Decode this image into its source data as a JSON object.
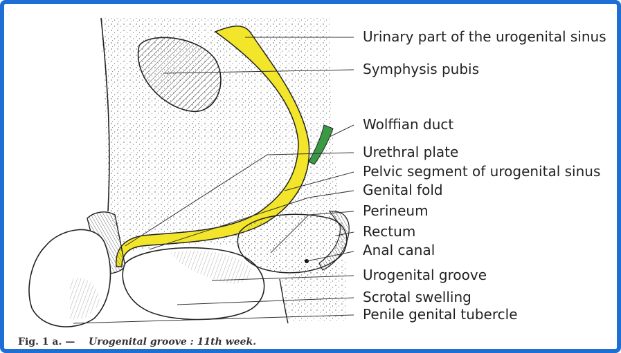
{
  "colors": {
    "frame_border": "#1d6fd6",
    "urethra_yellow": "#f2e52a",
    "wolffian_green": "#3a9a44",
    "ink": "#222222"
  },
  "labels": {
    "urinary_part": "Urinary part of the urogenital sinus",
    "symphysis_pubis": "Symphysis pubis",
    "wolffian_duct": "Wolffian duct",
    "urethral_plate": "Urethral plate",
    "pelvic_segment": "Pelvic segment of urogenital sinus",
    "genital_fold": "Genital fold",
    "perineum": "Perineum",
    "rectum": "Rectum",
    "anal_canal": "Anal canal",
    "urogenital_groove": "Urogenital groove",
    "scrotal_swelling": "Scrotal swelling",
    "penile_genital_tubercle": "Penile genital tubercle"
  },
  "caption": {
    "fig": "Fig. 1 a. —",
    "title": "Urogenital groove : 11th week."
  }
}
